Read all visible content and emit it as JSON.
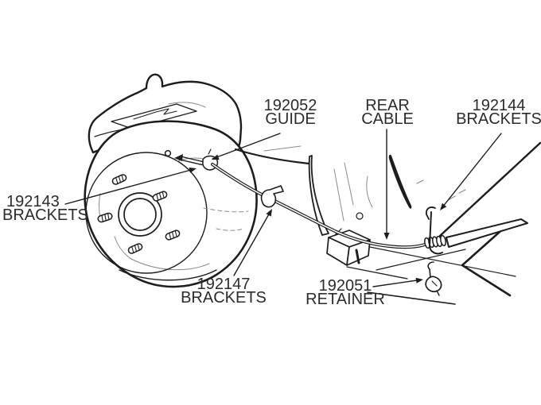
{
  "figure": {
    "background_color": "#ffffff",
    "ink_color": "#1d1d1d",
    "sketch_color": "#8a8a8a",
    "labels": {
      "guide": {
        "part_number": "192052",
        "name": "GUIDE"
      },
      "rear_cable": {
        "line1": "REAR",
        "line2": "CABLE"
      },
      "brackets_right": {
        "part_number": "192144",
        "name": "BRACKETS"
      },
      "brackets_left": {
        "part_number": "192143",
        "name": "BRACKETS"
      },
      "brackets_center": {
        "part_number": "192147",
        "name": "BRACKETS"
      },
      "retainer": {
        "part_number": "192051",
        "name": "RETAINER"
      }
    }
  }
}
